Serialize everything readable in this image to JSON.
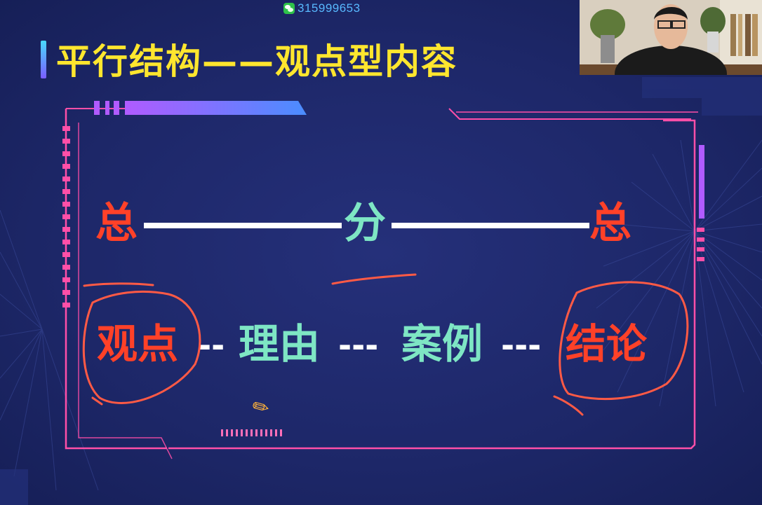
{
  "overlay": {
    "wechat_id": "315999653"
  },
  "slide": {
    "title": "平行结构——观点型内容",
    "top_row": {
      "left": "总",
      "middle": "分",
      "right": "总"
    },
    "bottom_row": {
      "item1": "观点",
      "sep1": "--",
      "item2": "理由",
      "sep2": "---",
      "item3": "案例",
      "sep3": "---",
      "item4": "结论"
    }
  },
  "colors": {
    "background": "#1f2a6c",
    "title": "#ffe62e",
    "accent_red": "#ff4128",
    "accent_teal": "#7ee6c4",
    "frame_pink": "#ff4fa8",
    "annotation_red": "#ff5a45"
  },
  "icons": [
    "wechat-icon",
    "pencil-icon"
  ]
}
